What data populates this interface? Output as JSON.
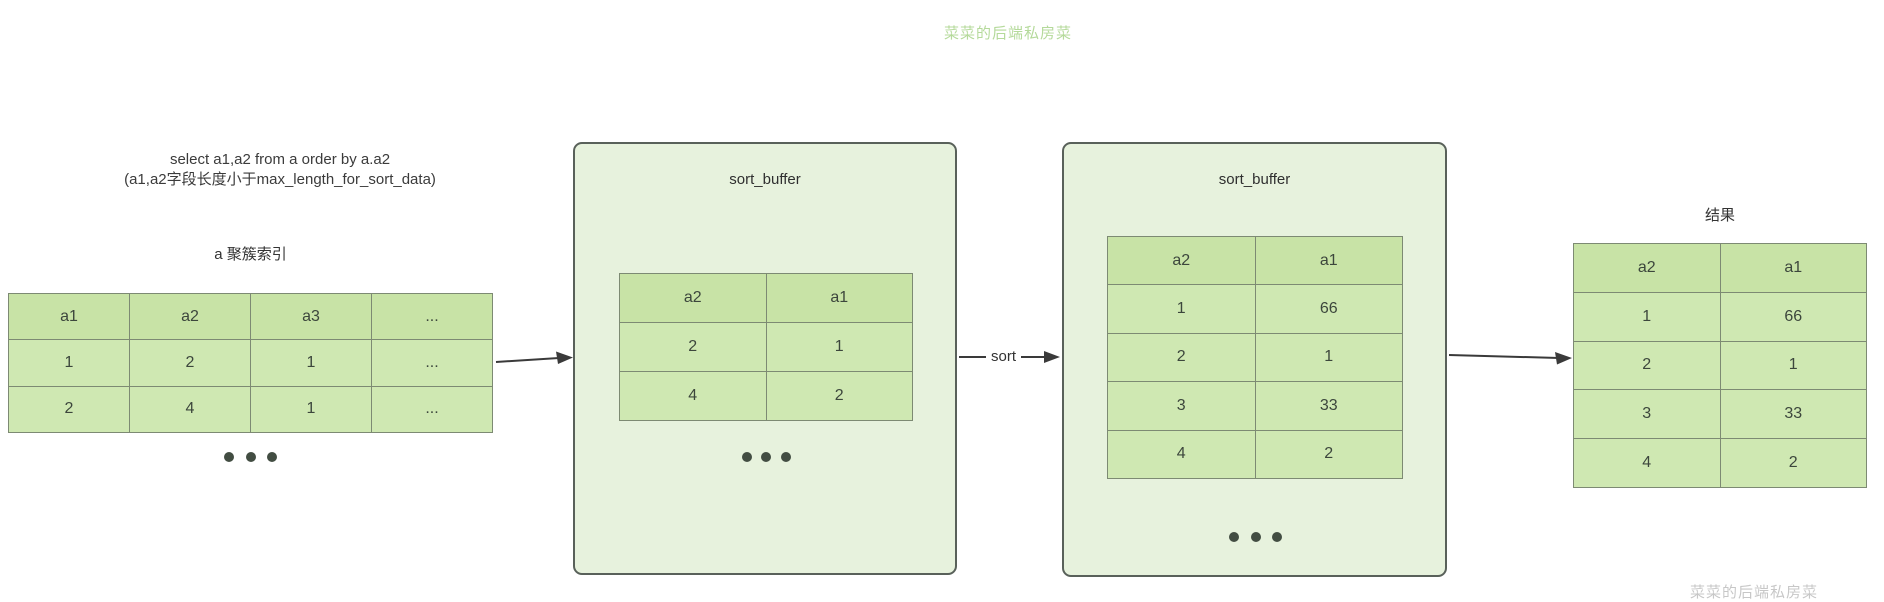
{
  "watermark": {
    "top_text": "菜菜的后端私房菜",
    "bottom_text": "菜菜的后端私房菜"
  },
  "query": {
    "line1": "select a1,a2 from a order by a.a2",
    "line2": "(a1,a2字段长度小于max_length_for_sort_data)"
  },
  "cluster_index": {
    "label": "a 聚簇索引",
    "headers": [
      "a1",
      "a2",
      "a3",
      "..."
    ],
    "rows": [
      [
        "1",
        "2",
        "1",
        "..."
      ],
      [
        "2",
        "4",
        "1",
        "..."
      ]
    ]
  },
  "sort_buffer_1": {
    "title": "sort_buffer",
    "headers": [
      "a2",
      "a1"
    ],
    "rows": [
      [
        "2",
        "1"
      ],
      [
        "4",
        "2"
      ]
    ]
  },
  "sort_arrow": {
    "label": "sort"
  },
  "sort_buffer_2": {
    "title": "sort_buffer",
    "headers": [
      "a2",
      "a1"
    ],
    "rows": [
      [
        "1",
        "66"
      ],
      [
        "2",
        "1"
      ],
      [
        "3",
        "33"
      ],
      [
        "4",
        "2"
      ]
    ]
  },
  "result": {
    "label": "结果",
    "headers": [
      "a2",
      "a1"
    ],
    "rows": [
      [
        "1",
        "66"
      ],
      [
        "2",
        "1"
      ],
      [
        "3",
        "33"
      ],
      [
        "4",
        "2"
      ]
    ]
  },
  "colors": {
    "box_fill": "#e7f2dd",
    "box_border": "#59615a",
    "cell_fill": "#cfe8b2",
    "header_fill": "#c8e3a6",
    "cell_border": "#7d8a73",
    "arrow": "#3a3a3a",
    "watermark_green": "#b5da9b",
    "watermark_gray": "#9b9b9b"
  }
}
